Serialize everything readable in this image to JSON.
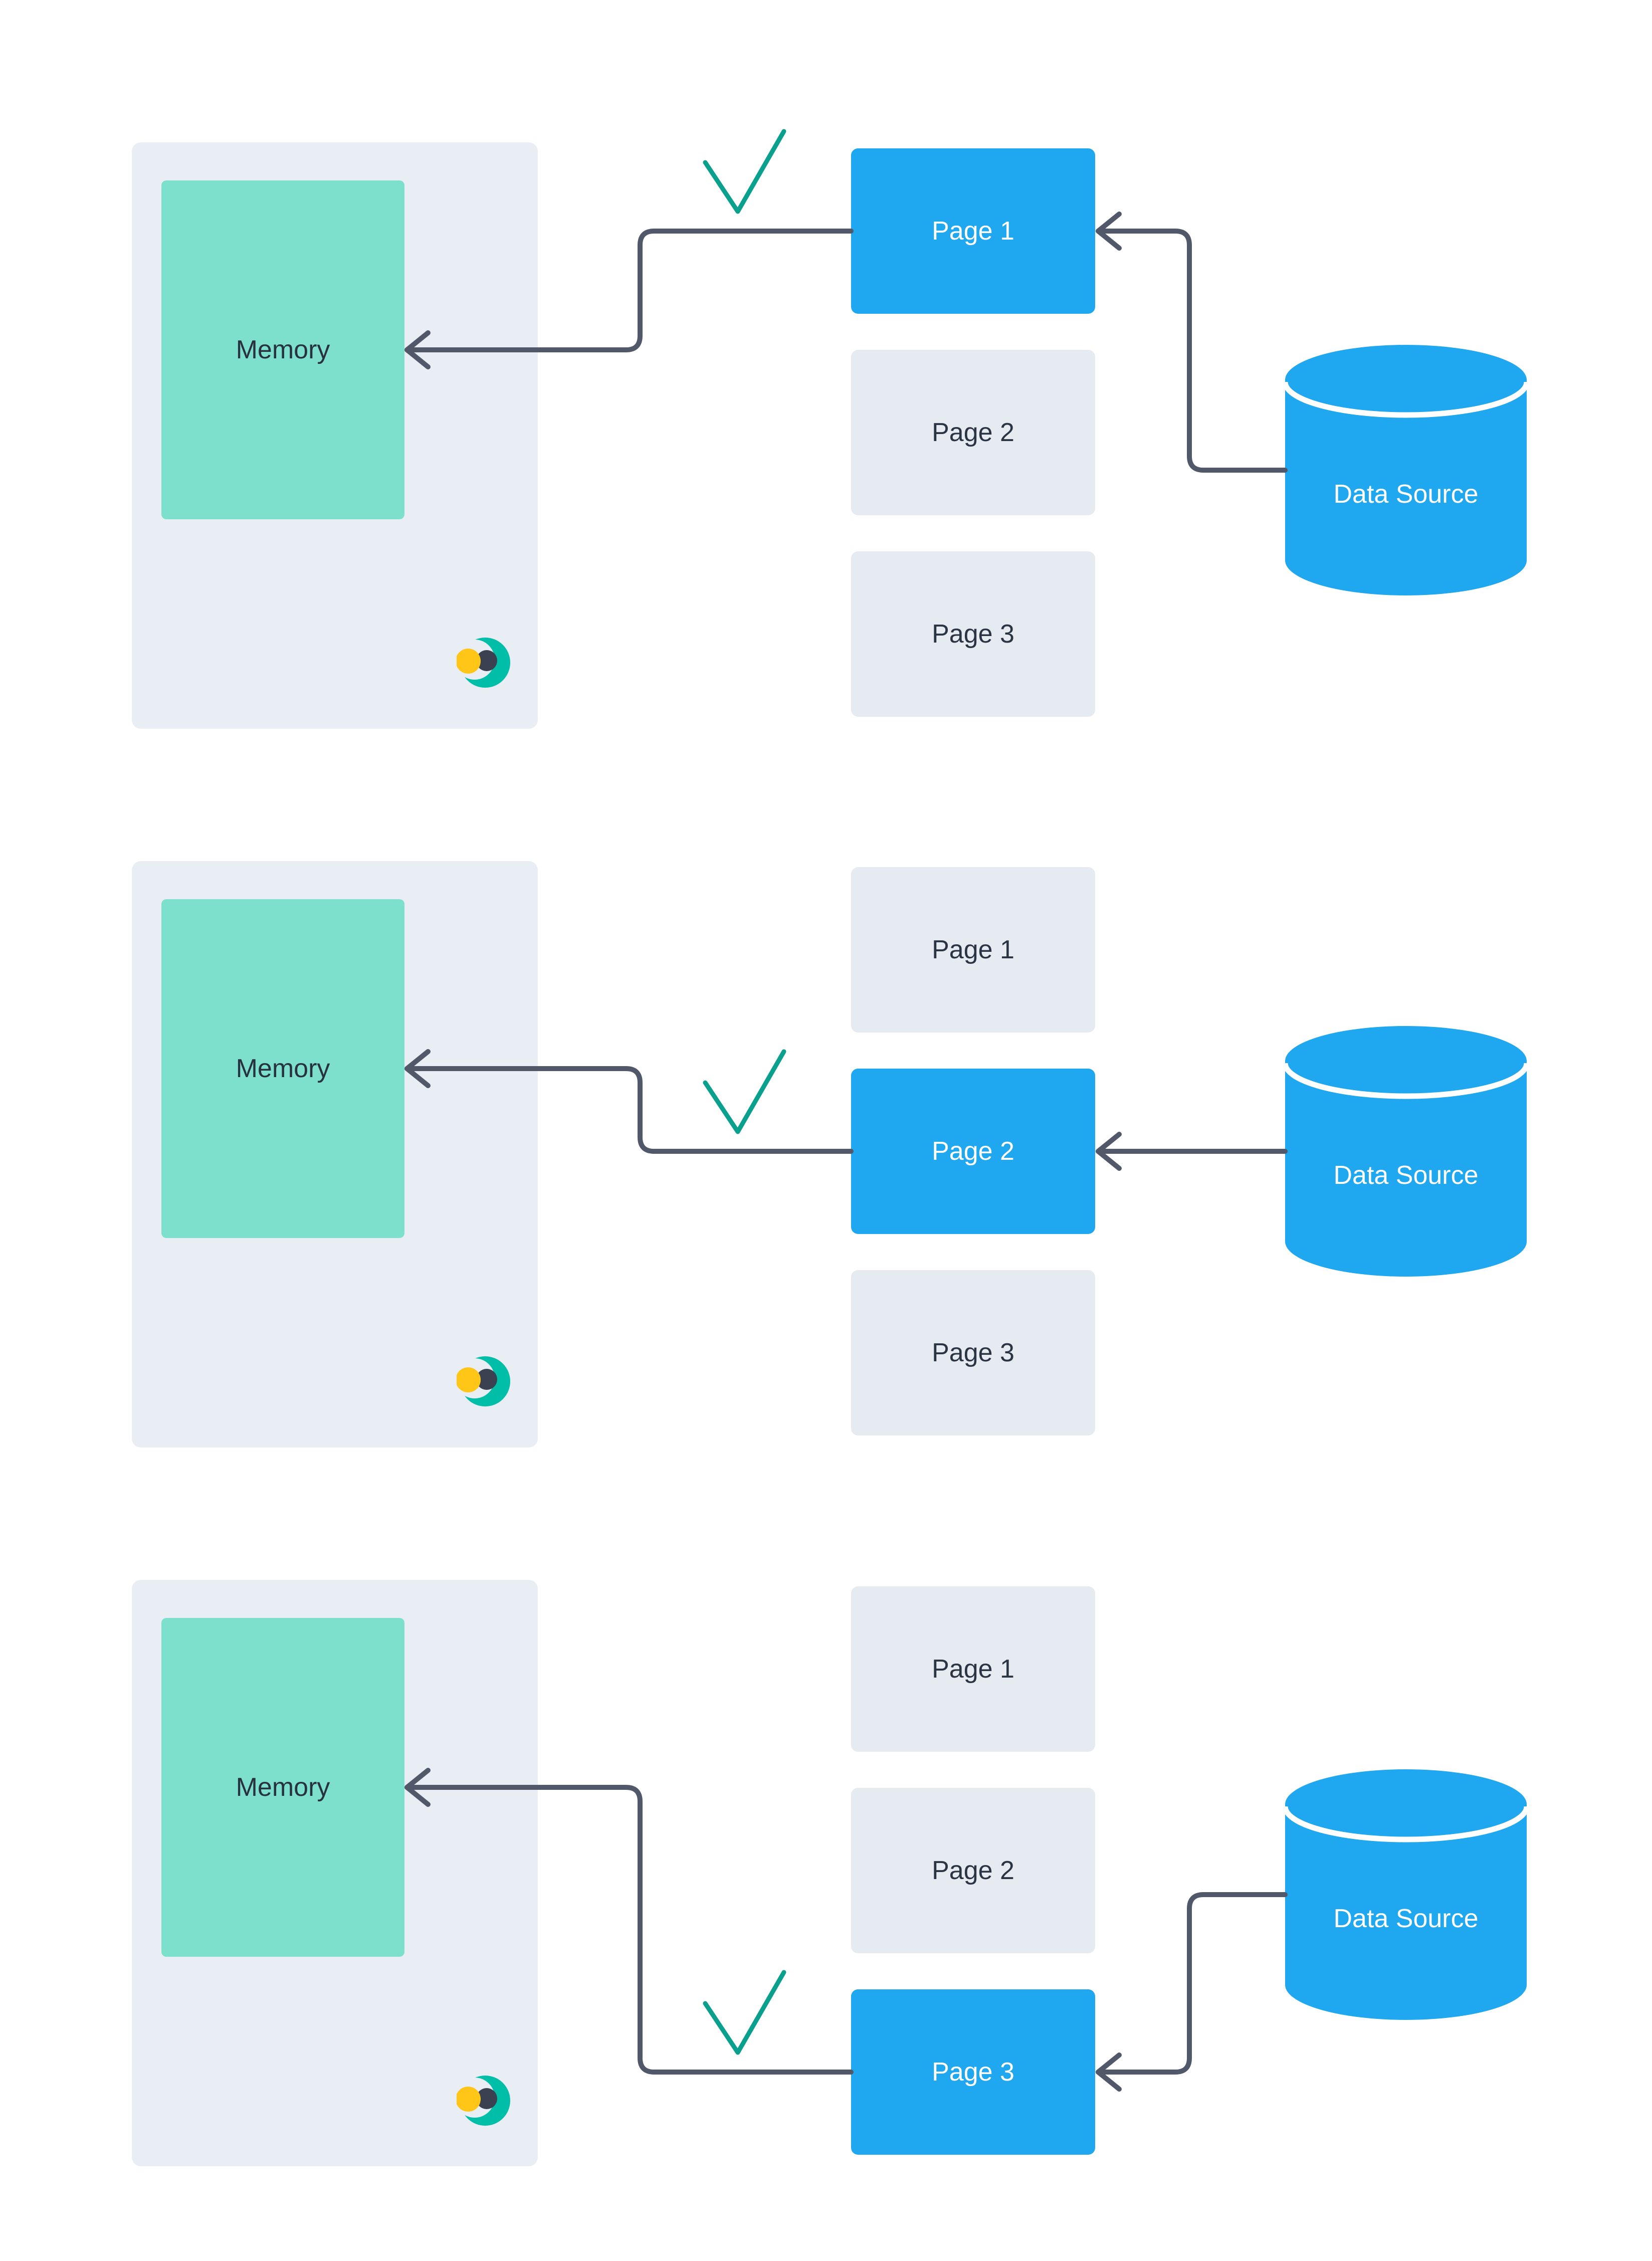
{
  "diagram": {
    "rows": [
      {
        "memory_label": "Memory",
        "pages": [
          {
            "label": "Page 1",
            "active": true
          },
          {
            "label": "Page 2",
            "active": false
          },
          {
            "label": "Page 3",
            "active": false
          }
        ],
        "data_source_label": "Data Source",
        "checked_page": "Page 1"
      },
      {
        "memory_label": "Memory",
        "pages": [
          {
            "label": "Page 1",
            "active": false
          },
          {
            "label": "Page 2",
            "active": true
          },
          {
            "label": "Page 3",
            "active": false
          }
        ],
        "data_source_label": "Data Source",
        "checked_page": "Page 2"
      },
      {
        "memory_label": "Memory",
        "pages": [
          {
            "label": "Page 1",
            "active": false
          },
          {
            "label": "Page 2",
            "active": false
          },
          {
            "label": "Page 3",
            "active": true
          }
        ],
        "data_source_label": "Data Source",
        "checked_page": "Page 3"
      }
    ]
  },
  "icons": {
    "checkmark": "check-icon",
    "logo": "crescent-moon-logo"
  },
  "colors": {
    "active_page_blue": "#1FA7F0",
    "inactive_page_gray": "#E6EAF1",
    "memory_teal": "#7CE0CC",
    "container_gray": "#E9EDF4",
    "connector_gray": "#51586A",
    "check_teal": "#0AA08E",
    "logo_teal": "#00BEA8",
    "logo_dark": "#3A4150",
    "logo_yellow": "#FFC517",
    "text_dark": "#2B3442",
    "text_light": "#FFFFFF"
  }
}
